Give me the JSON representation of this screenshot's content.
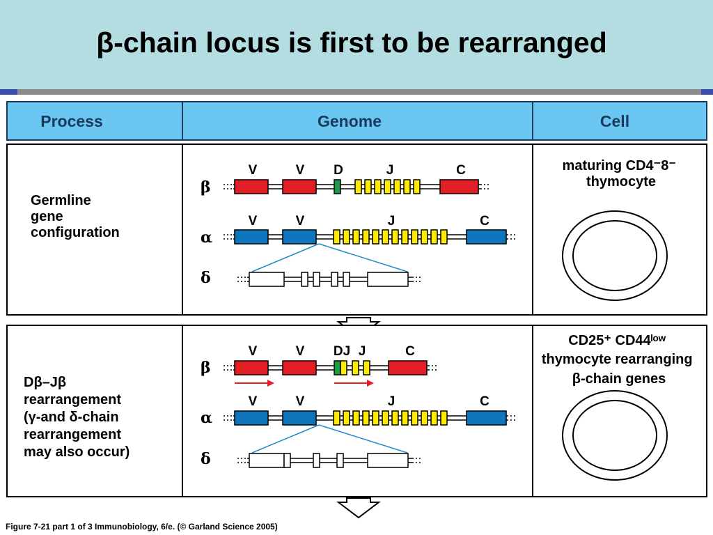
{
  "slide_title": "β-chain locus is first to be rearranged",
  "headers": {
    "process": "Process",
    "genome": "Genome",
    "cell": "Cell"
  },
  "stage1": {
    "process": [
      "Germline",
      "gene",
      "configuration"
    ],
    "cell": [
      "maturing CD4⁻8⁻",
      "thymocyte"
    ],
    "beta": {
      "symbol": "β",
      "labels": [
        "V",
        "V",
        "D",
        "J",
        "C"
      ]
    },
    "alpha": {
      "symbol": "α",
      "labels": [
        "V",
        "V",
        "J",
        "C"
      ]
    },
    "delta": {
      "symbol": "δ"
    }
  },
  "stage2": {
    "process": [
      "Dβ–Jβ",
      "rearrangement",
      "(γ-and δ-chain",
      "rearrangement",
      "may also occur)"
    ],
    "cell": [
      "CD25⁺ CD44ˡᵒʷ",
      "thymocyte rearranging",
      "β-chain genes"
    ],
    "beta": {
      "symbol": "β",
      "labels": [
        "V",
        "V",
        "DJ",
        "J",
        "C"
      ]
    },
    "alpha": {
      "symbol": "α",
      "labels": [
        "V",
        "V",
        "J",
        "C"
      ]
    },
    "delta": {
      "symbol": "δ"
    }
  },
  "caption": "Figure 7-21 part 1 of 3  Immunobiology, 6/e. (© Garland Science 2005)",
  "colors": {
    "header_fill": "#6bc6f2",
    "v_beta": "#e31e24",
    "v_alpha": "#0f75bc",
    "j_segment": "#ffeb00",
    "d_segment": "#1a9a48",
    "rearrangement_arrow": "#e31e24",
    "link_line": "#1f8bc6"
  },
  "icons": [
    "down-arrow-icon",
    "cell-ring-icon",
    "rearrangement-arrow-icon"
  ]
}
